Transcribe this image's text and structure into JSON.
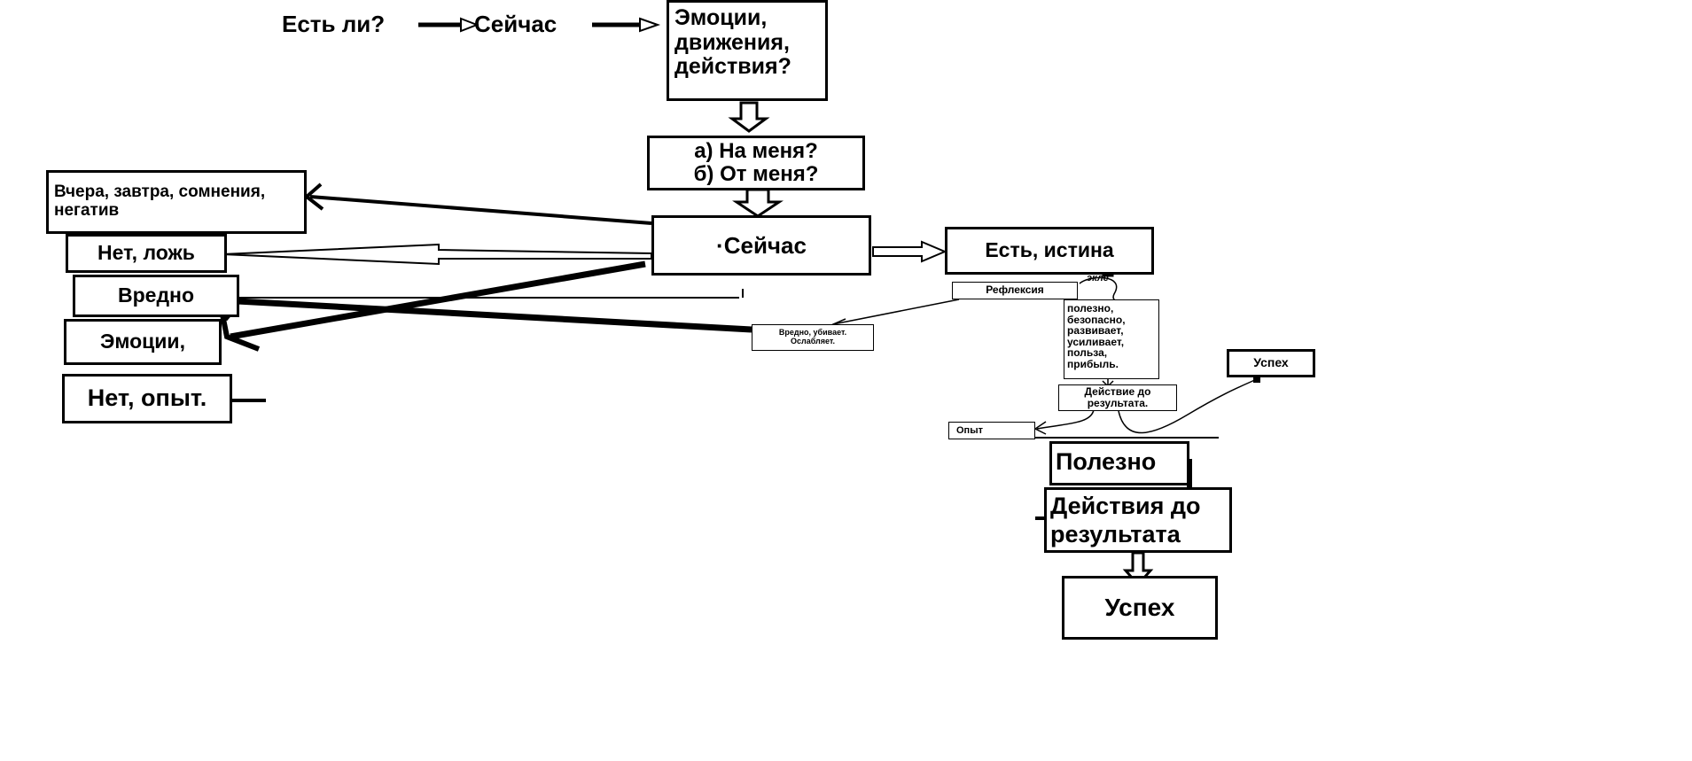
{
  "top": {
    "question": "Есть ли?",
    "now": "Сейчас",
    "emotions_box": "Эмоции,\nдвижения,\nдействия?"
  },
  "direction": {
    "line1": "а) На меня?",
    "line2": "б) От меня?"
  },
  "center_now": "·Сейчас",
  "left": {
    "yesterday": "Вчера, завтра, сомнения, негатив",
    "no_lie": "Нет, ложь",
    "harmful": "Вредно",
    "emotions": "Эмоции,",
    "no_experience": "Нет, опыт."
  },
  "harm_note": {
    "line1": "Вредно, убивает.",
    "line2": "Ослабляет."
  },
  "right": {
    "truth": "Есть, истина",
    "reflexia": "Рефлексия",
    "scribble": "экле",
    "benefits": "полезно,\nбезопасно,\nразвивает,\nусиливает,\nпольза,\nприбыль.",
    "action_small": "Действие до\nрезультата.",
    "success_small": "Успех",
    "experience_small": "Опыт"
  },
  "bottom": {
    "useful": "Полезно",
    "actions": "Действия до\nрезультата",
    "success": "Успех"
  }
}
